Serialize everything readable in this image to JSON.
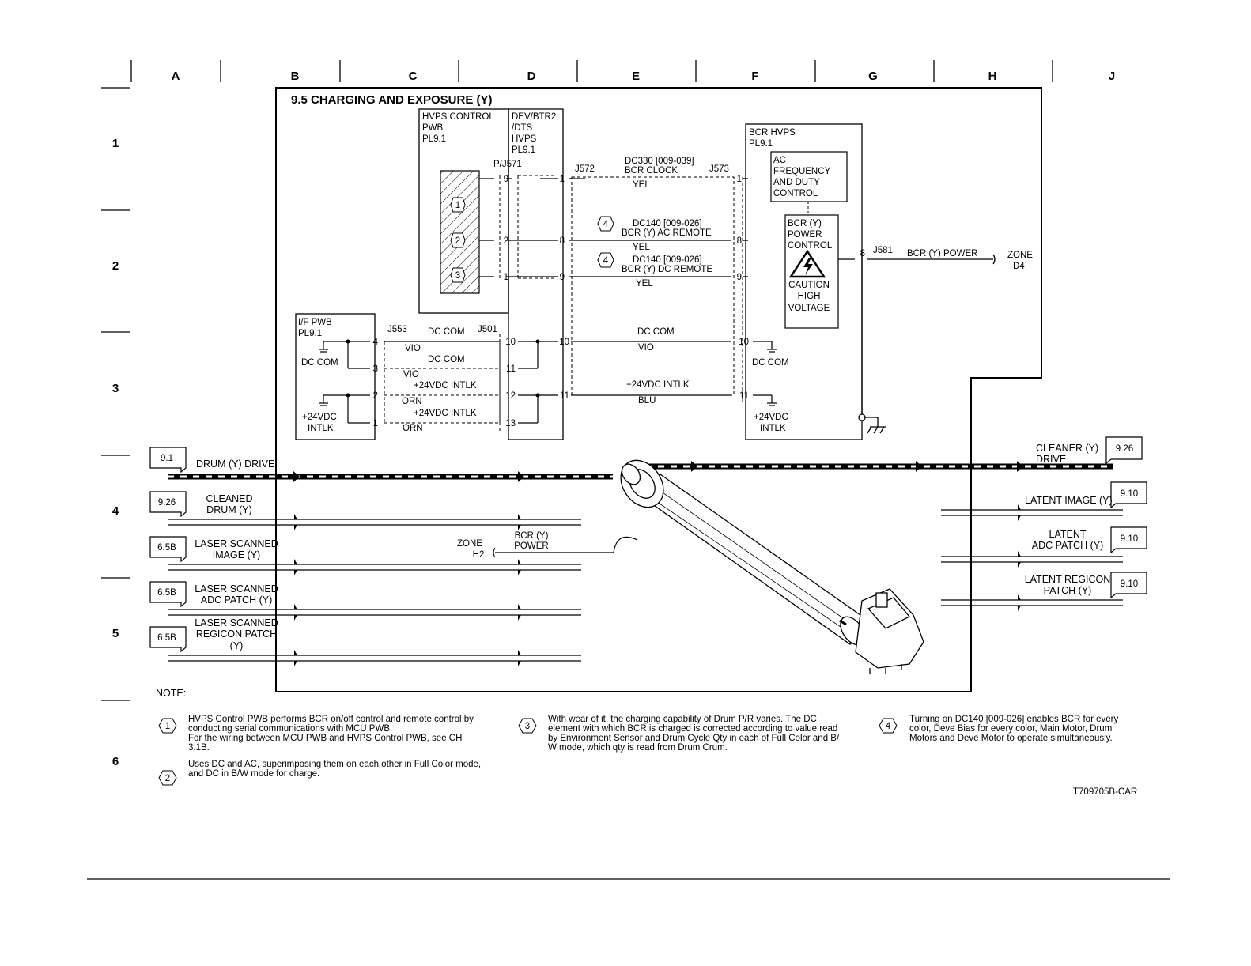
{
  "columns": [
    "A",
    "B",
    "C",
    "D",
    "E",
    "F",
    "G",
    "H",
    "J"
  ],
  "rows": [
    "1",
    "2",
    "3",
    "4",
    "5",
    "6"
  ],
  "title": "9.5 CHARGING AND EXPOSURE (Y)",
  "hvps_control": {
    "l1": "HVPS CONTROL",
    "l2": "PWB",
    "l3": "PL9.1"
  },
  "dev_btr": {
    "l1": "DEV/BTR2",
    "l2": "/DTS",
    "l3": "HVPS",
    "l4": "PL9.1"
  },
  "bcr_hvps": {
    "l1": "BCR HVPS",
    "l2": "PL9.1"
  },
  "ac_freq": {
    "l1": "AC",
    "l2": "FREQUENCY",
    "l3": "AND DUTY",
    "l4": "CONTROL"
  },
  "bcr_power_control": {
    "l1": "BCR (Y)",
    "l2": "POWER",
    "l3": "CONTROL",
    "c1": "CAUTION",
    "c2": "HIGH",
    "c3": "VOLTAGE"
  },
  "if_pwb": {
    "l1": "I/F PWB",
    "l2": "PL9.1"
  },
  "connectors": {
    "pj571": "P/J571",
    "j572": "J572",
    "j573": "J573",
    "j553": "J553",
    "j501": "J501",
    "j581": "J581"
  },
  "pins": {
    "p9": "9",
    "p2": "2",
    "p1": "1",
    "p8": "8",
    "p10": "10",
    "p11": "11",
    "p12": "12",
    "p13": "13",
    "p4": "4",
    "p3": "3"
  },
  "signals": {
    "bcr_clock_1": "DC330 [009-039]",
    "bcr_clock_2": "BCR CLOCK",
    "ac_remote_1": "DC140 [009-026]",
    "ac_remote_2": "BCR (Y) AC REMOTE",
    "dc_remote_1": "DC140 [009-026]",
    "dc_remote_2": "BCR (Y) DC REMOTE",
    "yel": "YEL",
    "dc_com": "DC COM",
    "vio": "VIO",
    "intlk": "+24VDC INTLK",
    "orn": "ORN",
    "blu": "BLU",
    "bcr_power": "BCR (Y) POWER",
    "zone": "ZONE",
    "d4": "D4",
    "h2": "H2",
    "bcr_y": "BCR (Y)",
    "power": "POWER",
    "plus24": "+24VDC",
    "intlk_short": "INTLK"
  },
  "notes_badges": {
    "n1": "1",
    "n2": "2",
    "n3": "3",
    "n4": "4"
  },
  "flows_left": [
    {
      "ref": "9.1",
      "l1": "DRUM (Y) DRIVE",
      "l2": "",
      "l3": ""
    },
    {
      "ref": "9.26",
      "l1": "CLEANED",
      "l2": "DRUM (Y)",
      "l3": ""
    },
    {
      "ref": "6.5B",
      "l1": "LASER SCANNED",
      "l2": "IMAGE (Y)",
      "l3": ""
    },
    {
      "ref": "6.5B",
      "l1": "LASER SCANNED",
      "l2": "ADC PATCH  (Y)",
      "l3": ""
    },
    {
      "ref": "6.5B",
      "l1": "LASER SCANNED",
      "l2": "REGICON PATCH",
      "l3": "(Y)"
    }
  ],
  "flows_right": [
    {
      "ref": "9.26",
      "l1": "CLEANER (Y)",
      "l2": "DRIVE"
    },
    {
      "ref": "9.10",
      "l1": "LATENT IMAGE (Y)",
      "l2": ""
    },
    {
      "ref": "9.10",
      "l1": "LATENT",
      "l2": "ADC PATCH (Y)"
    },
    {
      "ref": "9.10",
      "l1": "LATENT REGICON",
      "l2": "PATCH (Y)"
    }
  ],
  "note_label": "NOTE:",
  "notes": [
    {
      "num": "1",
      "lines": [
        "HVPS Control PWB performs BCR on/off control and remote control by",
        "conducting serial communications with MCU PWB.",
        "For the wiring between MCU PWB and HVPS Control PWB, see CH",
        "3.1B."
      ]
    },
    {
      "num": "2",
      "lines": [
        "Uses DC and AC, superimposing them on each other in Full Color mode,",
        "and DC in B/W mode for charge."
      ]
    },
    {
      "num": "3",
      "lines": [
        "With wear of it, the charging capability of Drum P/R varies.  The DC",
        "element with which BCR is charged is corrected according to value read",
        "by Environment Sensor and Drum Cycle Qty in each of Full Color and B/",
        "W mode, which qty is read from Drum Crum."
      ]
    },
    {
      "num": "4",
      "lines": [
        "Turning on DC140 [009-026] enables BCR for every",
        "color, Deve Bias for every color, Main Motor, Drum",
        "Motors and Deve Motor to operate simultaneously."
      ]
    }
  ],
  "figure_id": "T709705B-CAR"
}
